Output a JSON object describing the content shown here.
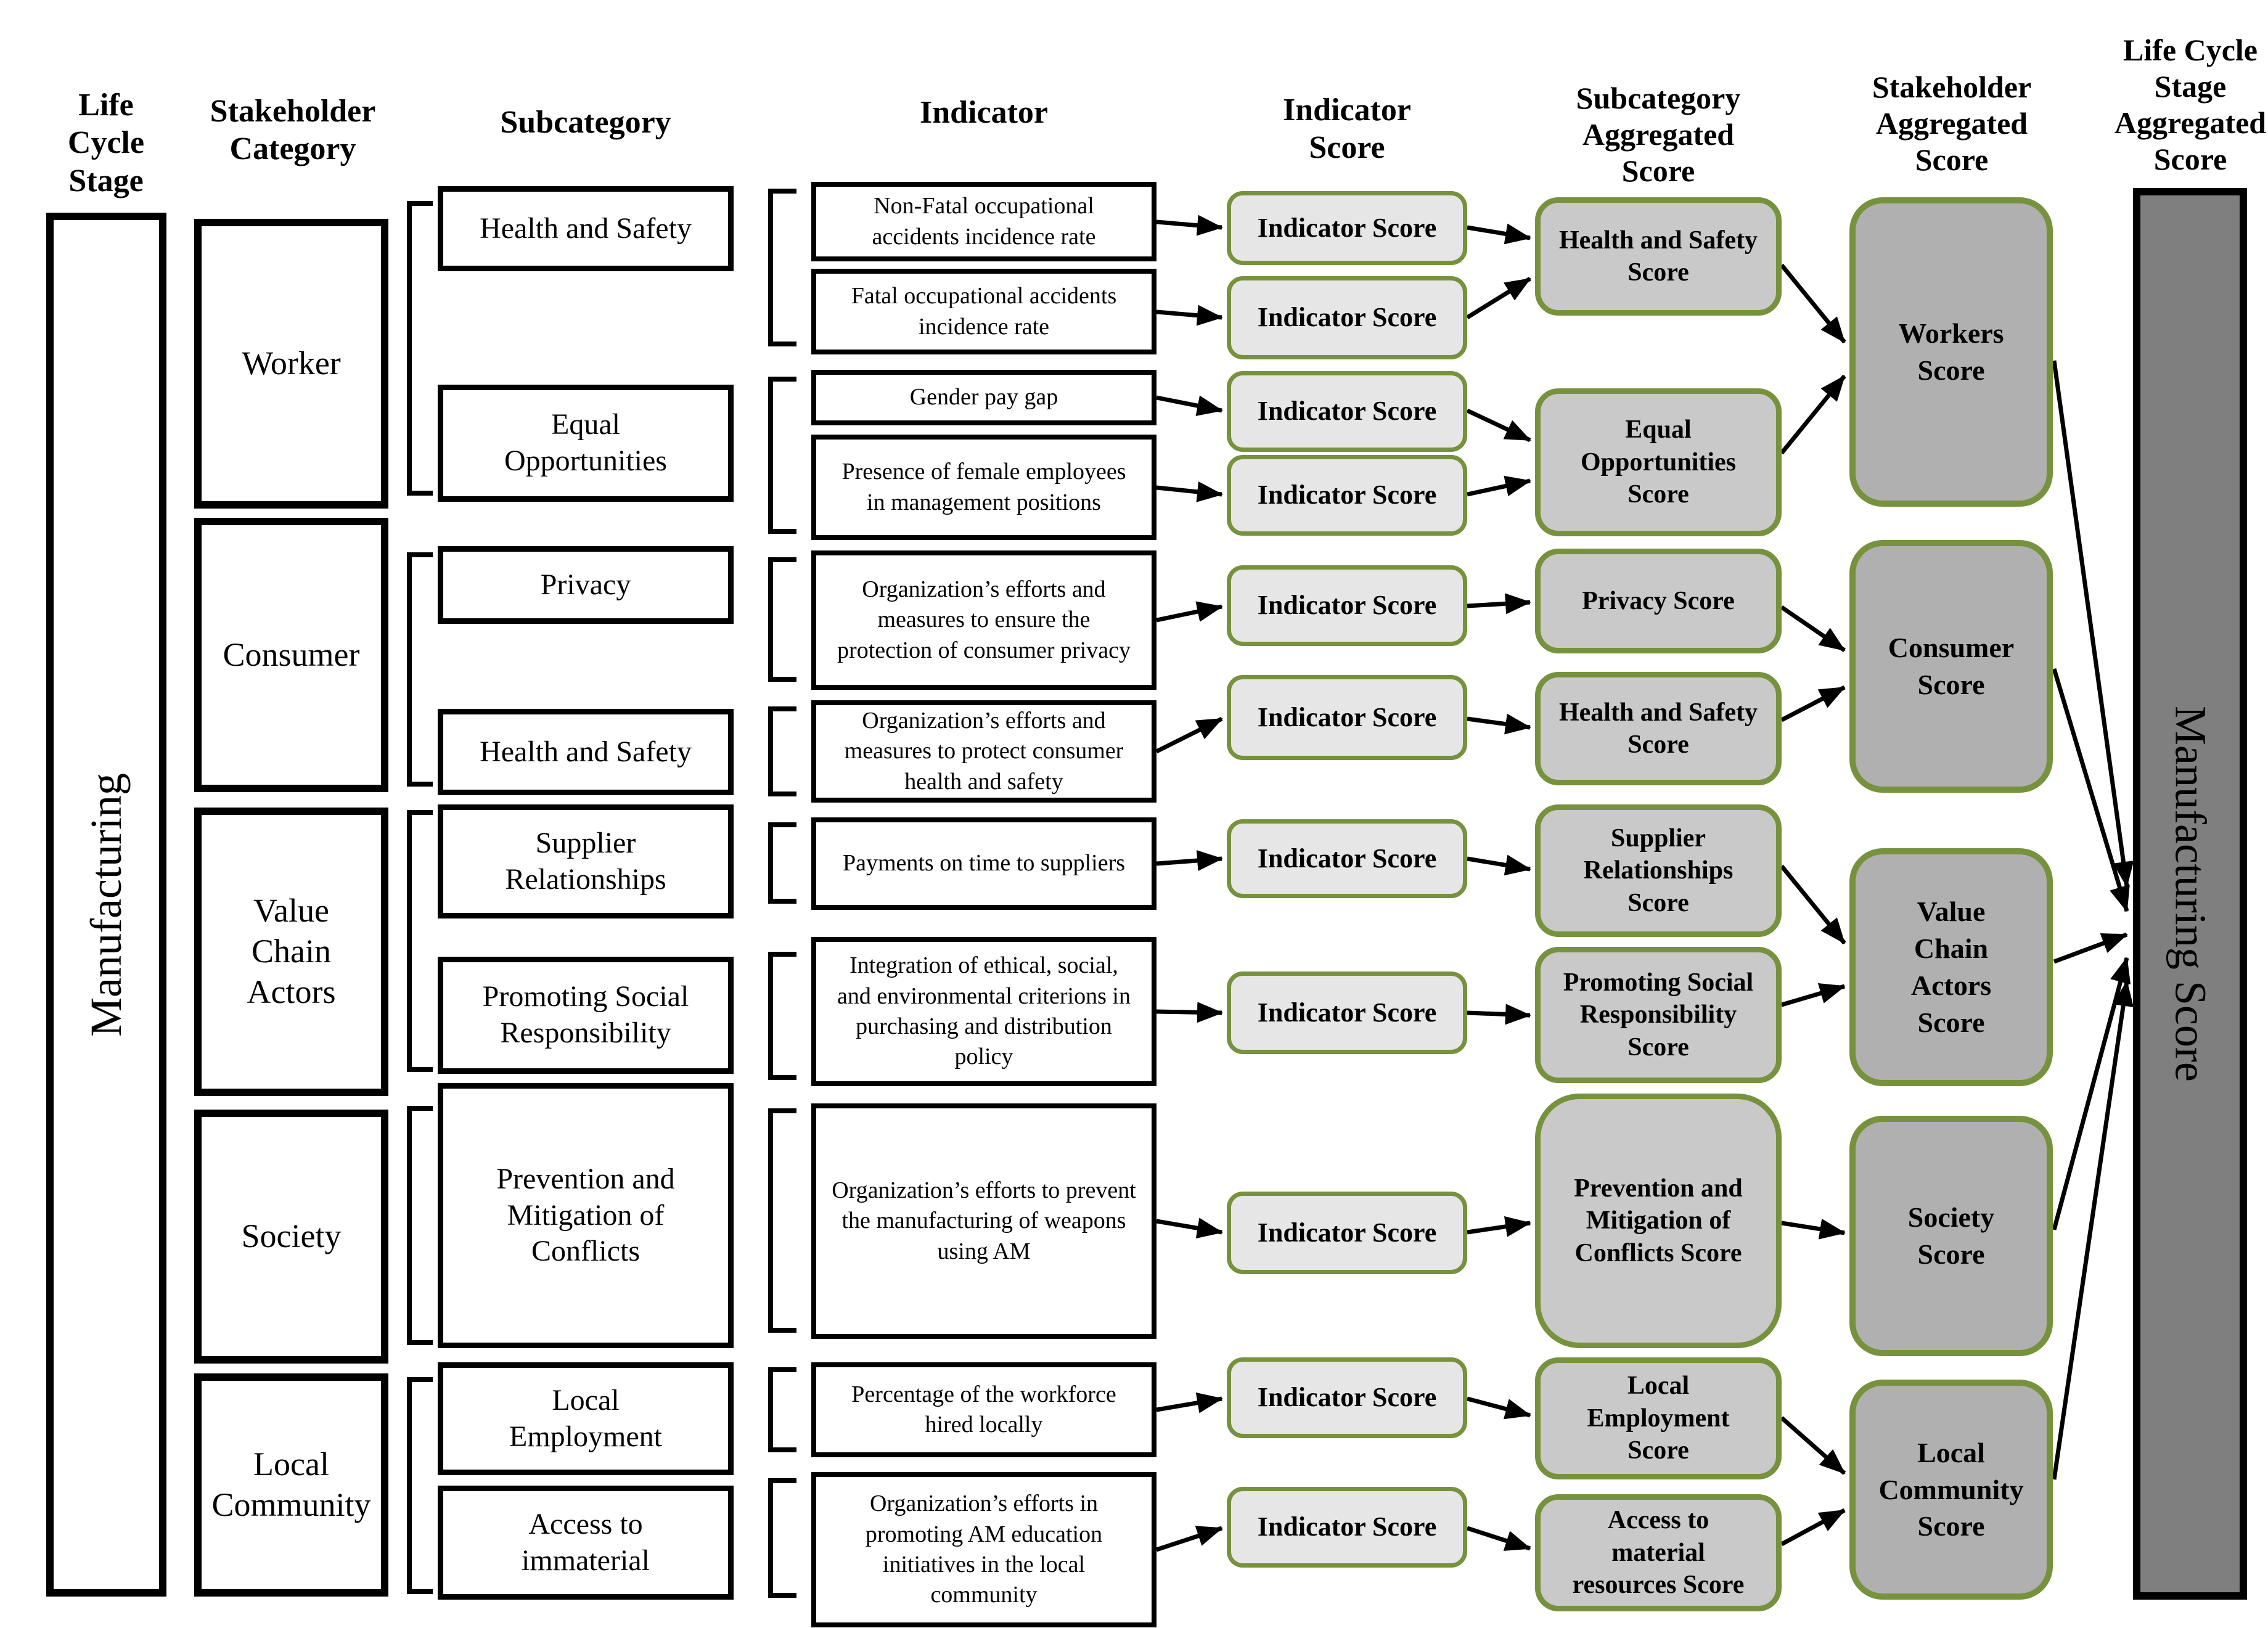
{
  "headers": {
    "life_cycle_stage": "Life Cycle Stage",
    "stakeholder_category": "Stakeholder Category",
    "subcategory": "Subcategory",
    "indicator": "Indicator",
    "indicator_score": "Indicator Score",
    "subcategory_aggregated_score": "Subcategory Aggregated Score",
    "stakeholder_aggregated_score": "Stakeholder Aggregated Score",
    "life_cycle_stage_aggregated_score": "Life Cycle Stage Aggregated Score"
  },
  "life_cycle_stage": {
    "label": "Manufacturing"
  },
  "stakeholders": [
    {
      "label": "Worker"
    },
    {
      "label": "Consumer"
    },
    {
      "label": "Value Chain Actors"
    },
    {
      "label": "Society"
    },
    {
      "label": "Local Community"
    }
  ],
  "subcategories": [
    {
      "label": "Health and Safety"
    },
    {
      "label": "Equal Opportunities"
    },
    {
      "label": "Privacy"
    },
    {
      "label": "Health and Safety"
    },
    {
      "label": "Supplier Relationships"
    },
    {
      "label": "Promoting Social Responsibility"
    },
    {
      "label": "Prevention and Mitigation of Conflicts"
    },
    {
      "label": "Local Employment"
    },
    {
      "label": "Access to immaterial"
    }
  ],
  "indicators": [
    {
      "label": "Non-Fatal occupational accidents incidence rate"
    },
    {
      "label": "Fatal occupational accidents incidence rate"
    },
    {
      "label": "Gender pay gap"
    },
    {
      "label": "Presence of female employees in management positions"
    },
    {
      "label": "Organization’s efforts and measures to ensure the protection of consumer privacy"
    },
    {
      "label": "Organization’s efforts and measures to protect consumer health and safety"
    },
    {
      "label": "Payments on time to suppliers"
    },
    {
      "label": "Integration of ethical, social, and environmental criterions in purchasing and distribution policy"
    },
    {
      "label": "Organization’s efforts to prevent the manufacturing of weapons using AM"
    },
    {
      "label": "Percentage of the workforce hired locally"
    },
    {
      "label": "Organization’s efforts in promoting AM education initiatives in the local community"
    }
  ],
  "indicator_scores": [
    {
      "label": "Indicator Score"
    },
    {
      "label": "Indicator Score"
    },
    {
      "label": "Indicator Score"
    },
    {
      "label": "Indicator Score"
    },
    {
      "label": "Indicator Score"
    },
    {
      "label": "Indicator Score"
    },
    {
      "label": "Indicator Score"
    },
    {
      "label": "Indicator Score"
    },
    {
      "label": "Indicator Score"
    },
    {
      "label": "Indicator Score"
    },
    {
      "label": "Indicator Score"
    }
  ],
  "subcategory_scores": [
    {
      "label": "Health and Safety Score"
    },
    {
      "label": "Equal Opportunities Score"
    },
    {
      "label": "Privacy Score"
    },
    {
      "label": "Health and Safety Score"
    },
    {
      "label": "Supplier Relationships Score"
    },
    {
      "label": "Promoting Social Responsibility Score"
    },
    {
      "label": "Prevention and Mitigation of Conflicts Score"
    },
    {
      "label": "Local Employment Score"
    },
    {
      "label": "Access to material resources Score"
    }
  ],
  "stakeholder_scores": [
    {
      "label": "Workers Score"
    },
    {
      "label": "Consumer Score"
    },
    {
      "label": "Value Chain Actors Score"
    },
    {
      "label": "Society Score"
    },
    {
      "label": "Local Community Score"
    }
  ],
  "life_cycle_stage_score": {
    "label": "Manufacturing Score"
  },
  "colors": {
    "score_border_green": "#76923c",
    "indicator_score_fill": "#e6e6e6",
    "subcategory_score_fill": "#c9c9c9",
    "stakeholder_score_fill": "#b0b0b0",
    "manufacturing_score_fill": "#7f7f7f",
    "line_black": "#000000"
  }
}
